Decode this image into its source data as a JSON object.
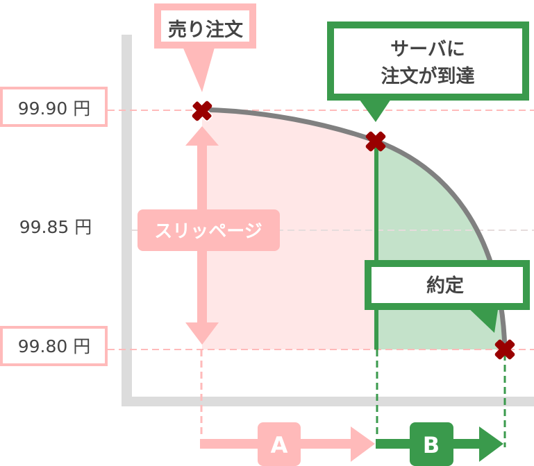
{
  "colors": {
    "pink": "#ffbaba",
    "pink_fill": "#ffe7e7",
    "green": "#3a9a4c",
    "green_fill": "#c4e2ca",
    "marker": "#990000",
    "axis": "#dcdcdc",
    "curve": "#808080",
    "text": "#444444"
  },
  "y_labels": {
    "top": "99.90 円",
    "middle": "99.85 円",
    "bottom": "99.80 円"
  },
  "callouts": {
    "sell_order": "売り注文",
    "server_line1": "サーバに",
    "server_line2": "注文が到達",
    "execution": "約定"
  },
  "slippage_label": "スリッページ",
  "intervals": {
    "a": "A",
    "b": "B"
  }
}
